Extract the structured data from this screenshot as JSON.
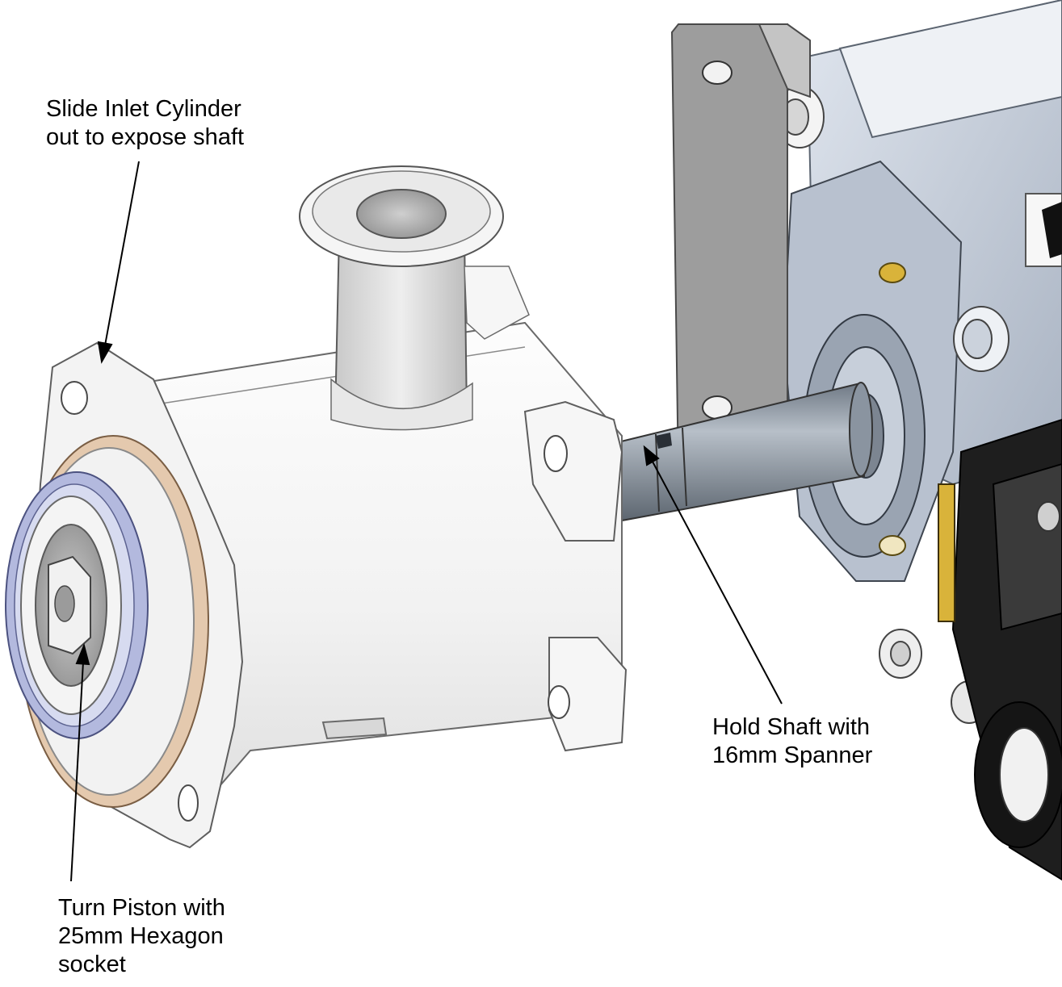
{
  "callouts": {
    "slide_inlet": "Slide Inlet Cylinder\nout to expose shaft",
    "hold_shaft": "Hold Shaft with\n16mm Spanner",
    "turn_piston": "Turn Piston with\n25mm Hexagon\nsocket"
  },
  "colors": {
    "background": "#ffffff",
    "cylinder_body": "#f4f4f4",
    "edge_line": "#6a6a6a",
    "piston_ring": "#aab0d8",
    "seal_ring": "#d8b89a",
    "shaft": "#8c96a2",
    "motor_housing": "#c8d0dc",
    "bracket": "#a9a9a9",
    "dark_cover": "#1e1e1e",
    "brass": "#d9b33a"
  }
}
